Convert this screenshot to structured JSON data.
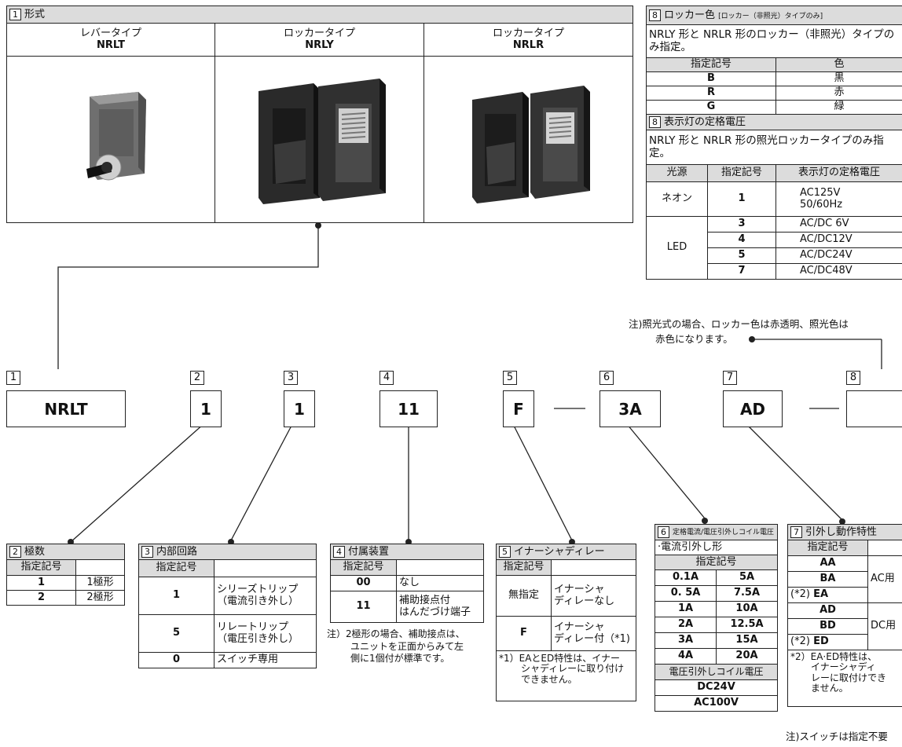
{
  "types_panel": {
    "num": "1",
    "title": "形式",
    "cols": [
      {
        "name": "レバータイプ",
        "code": "NRLT",
        "photo_icon": "lever-switch-photo"
      },
      {
        "name": "ロッカータイプ",
        "code": "NRLY",
        "photo_icon": "rocker-switch-photo"
      },
      {
        "name": "ロッカータイプ",
        "code": "NRLR",
        "photo_icon": "illuminated-rocker-switch-photo"
      }
    ]
  },
  "rocker_color": {
    "num": "8",
    "title": "ロッカー色",
    "title_note": "[ロッカー（非照光）タイプのみ]",
    "desc": "NRLY 形と NRLR 形のロッカー（非照光）タイプのみ指定。",
    "col_code": "指定記号",
    "col_color": "色",
    "rows": [
      {
        "code": "B",
        "color": "黒"
      },
      {
        "code": "R",
        "color": "赤"
      },
      {
        "code": "G",
        "color": "緑"
      }
    ]
  },
  "lamp_voltage": {
    "num": "8",
    "title": "表示灯の定格電圧",
    "desc": "NRLY 形と NRLR 形の照光ロッカータイプのみ指定。",
    "col_source": "光源",
    "col_code": "指定記号",
    "col_voltage": "表示灯の定格電圧",
    "neon": {
      "source": "ネオン",
      "code": "1",
      "voltage1": "AC125V",
      "voltage2": "50/60Hz"
    },
    "led_source": "LED",
    "led_rows": [
      {
        "code": "3",
        "voltage": "AC/DC  6V"
      },
      {
        "code": "4",
        "voltage": "AC/DC12V"
      },
      {
        "code": "5",
        "voltage": "AC/DC24V"
      },
      {
        "code": "7",
        "voltage": "AC/DC48V"
      }
    ],
    "note1": "注)照光式の場合、ロッカー色は赤透明、照光色は",
    "note2": "赤色になります。"
  },
  "model_code": [
    {
      "tag": "1",
      "value": "NRLT"
    },
    {
      "tag": "2",
      "value": "1"
    },
    {
      "tag": "3",
      "value": "1"
    },
    {
      "tag": "4",
      "value": "11"
    },
    {
      "tag": "5",
      "value": "F"
    },
    {
      "tag": "6",
      "value": "3A"
    },
    {
      "tag": "7",
      "value": "AD"
    },
    {
      "tag": "8",
      "value": ""
    }
  ],
  "dash": "—",
  "poles": {
    "num": "2",
    "title": "極数",
    "col_code": "指定記号",
    "rows": [
      {
        "code": "1",
        "desc": "1極形"
      },
      {
        "code": "2",
        "desc": "2極形"
      }
    ]
  },
  "circuit": {
    "num": "3",
    "title": "内部回路",
    "col_code": "指定記号",
    "rows": [
      {
        "code": "1",
        "line1": "シリーズトリップ",
        "line2": "（電流引き外し）"
      },
      {
        "code": "5",
        "line1": "リレートリップ",
        "line2": "（電圧引き外し）"
      },
      {
        "code": "0",
        "line1": "スイッチ専用",
        "line2": ""
      }
    ]
  },
  "accessory": {
    "num": "4",
    "title": "付属装置",
    "col_code": "指定記号",
    "rows": [
      {
        "code": "00",
        "line1": "なし",
        "line2": ""
      },
      {
        "code": "11",
        "line1": "補助接点付",
        "line2": "はんだづけ端子"
      }
    ],
    "note": [
      "注）2極形の場合、補助接点は、",
      "ユニットを正面からみて左",
      "側に1個付が標準です。"
    ]
  },
  "inertia": {
    "num": "5",
    "title": "イナーシャディレー",
    "col_code": "指定記号",
    "rows": [
      {
        "code": "無指定",
        "line1": "イナーシャ",
        "line2": "ディレーなし"
      },
      {
        "code": "F",
        "line1": "イナーシャ",
        "line2": "ディレー付（*1)"
      }
    ],
    "note": [
      "*1）EAとED特性は、イナー",
      "シャディレーに取り付け",
      "できません。"
    ]
  },
  "rating": {
    "num": "6",
    "title": "定格電流/電圧引外しコイル電圧",
    "sub1": "·電流引外し形",
    "col_code": "指定記号",
    "current_rows": [
      [
        "0.1A",
        "5A"
      ],
      [
        "0. 5A",
        "7.5A"
      ],
      [
        "1A",
        "10A"
      ],
      [
        "2A",
        "12.5A"
      ],
      [
        "3A",
        "15A"
      ],
      [
        "4A",
        "20A"
      ]
    ],
    "sub2": "電圧引外しコイル電圧",
    "voltage_rows": [
      "DC24V",
      "AC100V"
    ]
  },
  "trip": {
    "num": "7",
    "title": "引外し動作特性",
    "col_code": "指定記号",
    "rows": [
      {
        "prefix": "",
        "code": "AA"
      },
      {
        "prefix": "",
        "code": "BA"
      },
      {
        "prefix": "(*2)",
        "code": "EA"
      },
      {
        "prefix": "",
        "code": "AD"
      },
      {
        "prefix": "",
        "code": "BD"
      },
      {
        "prefix": "(*2)",
        "code": "ED"
      }
    ],
    "ac_label": "AC用",
    "dc_label": "DC用",
    "note": [
      "*2）EA·ED特性は、",
      "イナーシャディ",
      "レーに取付けでき",
      "ません。"
    ],
    "footnote": "注)スイッチは指定不要"
  }
}
